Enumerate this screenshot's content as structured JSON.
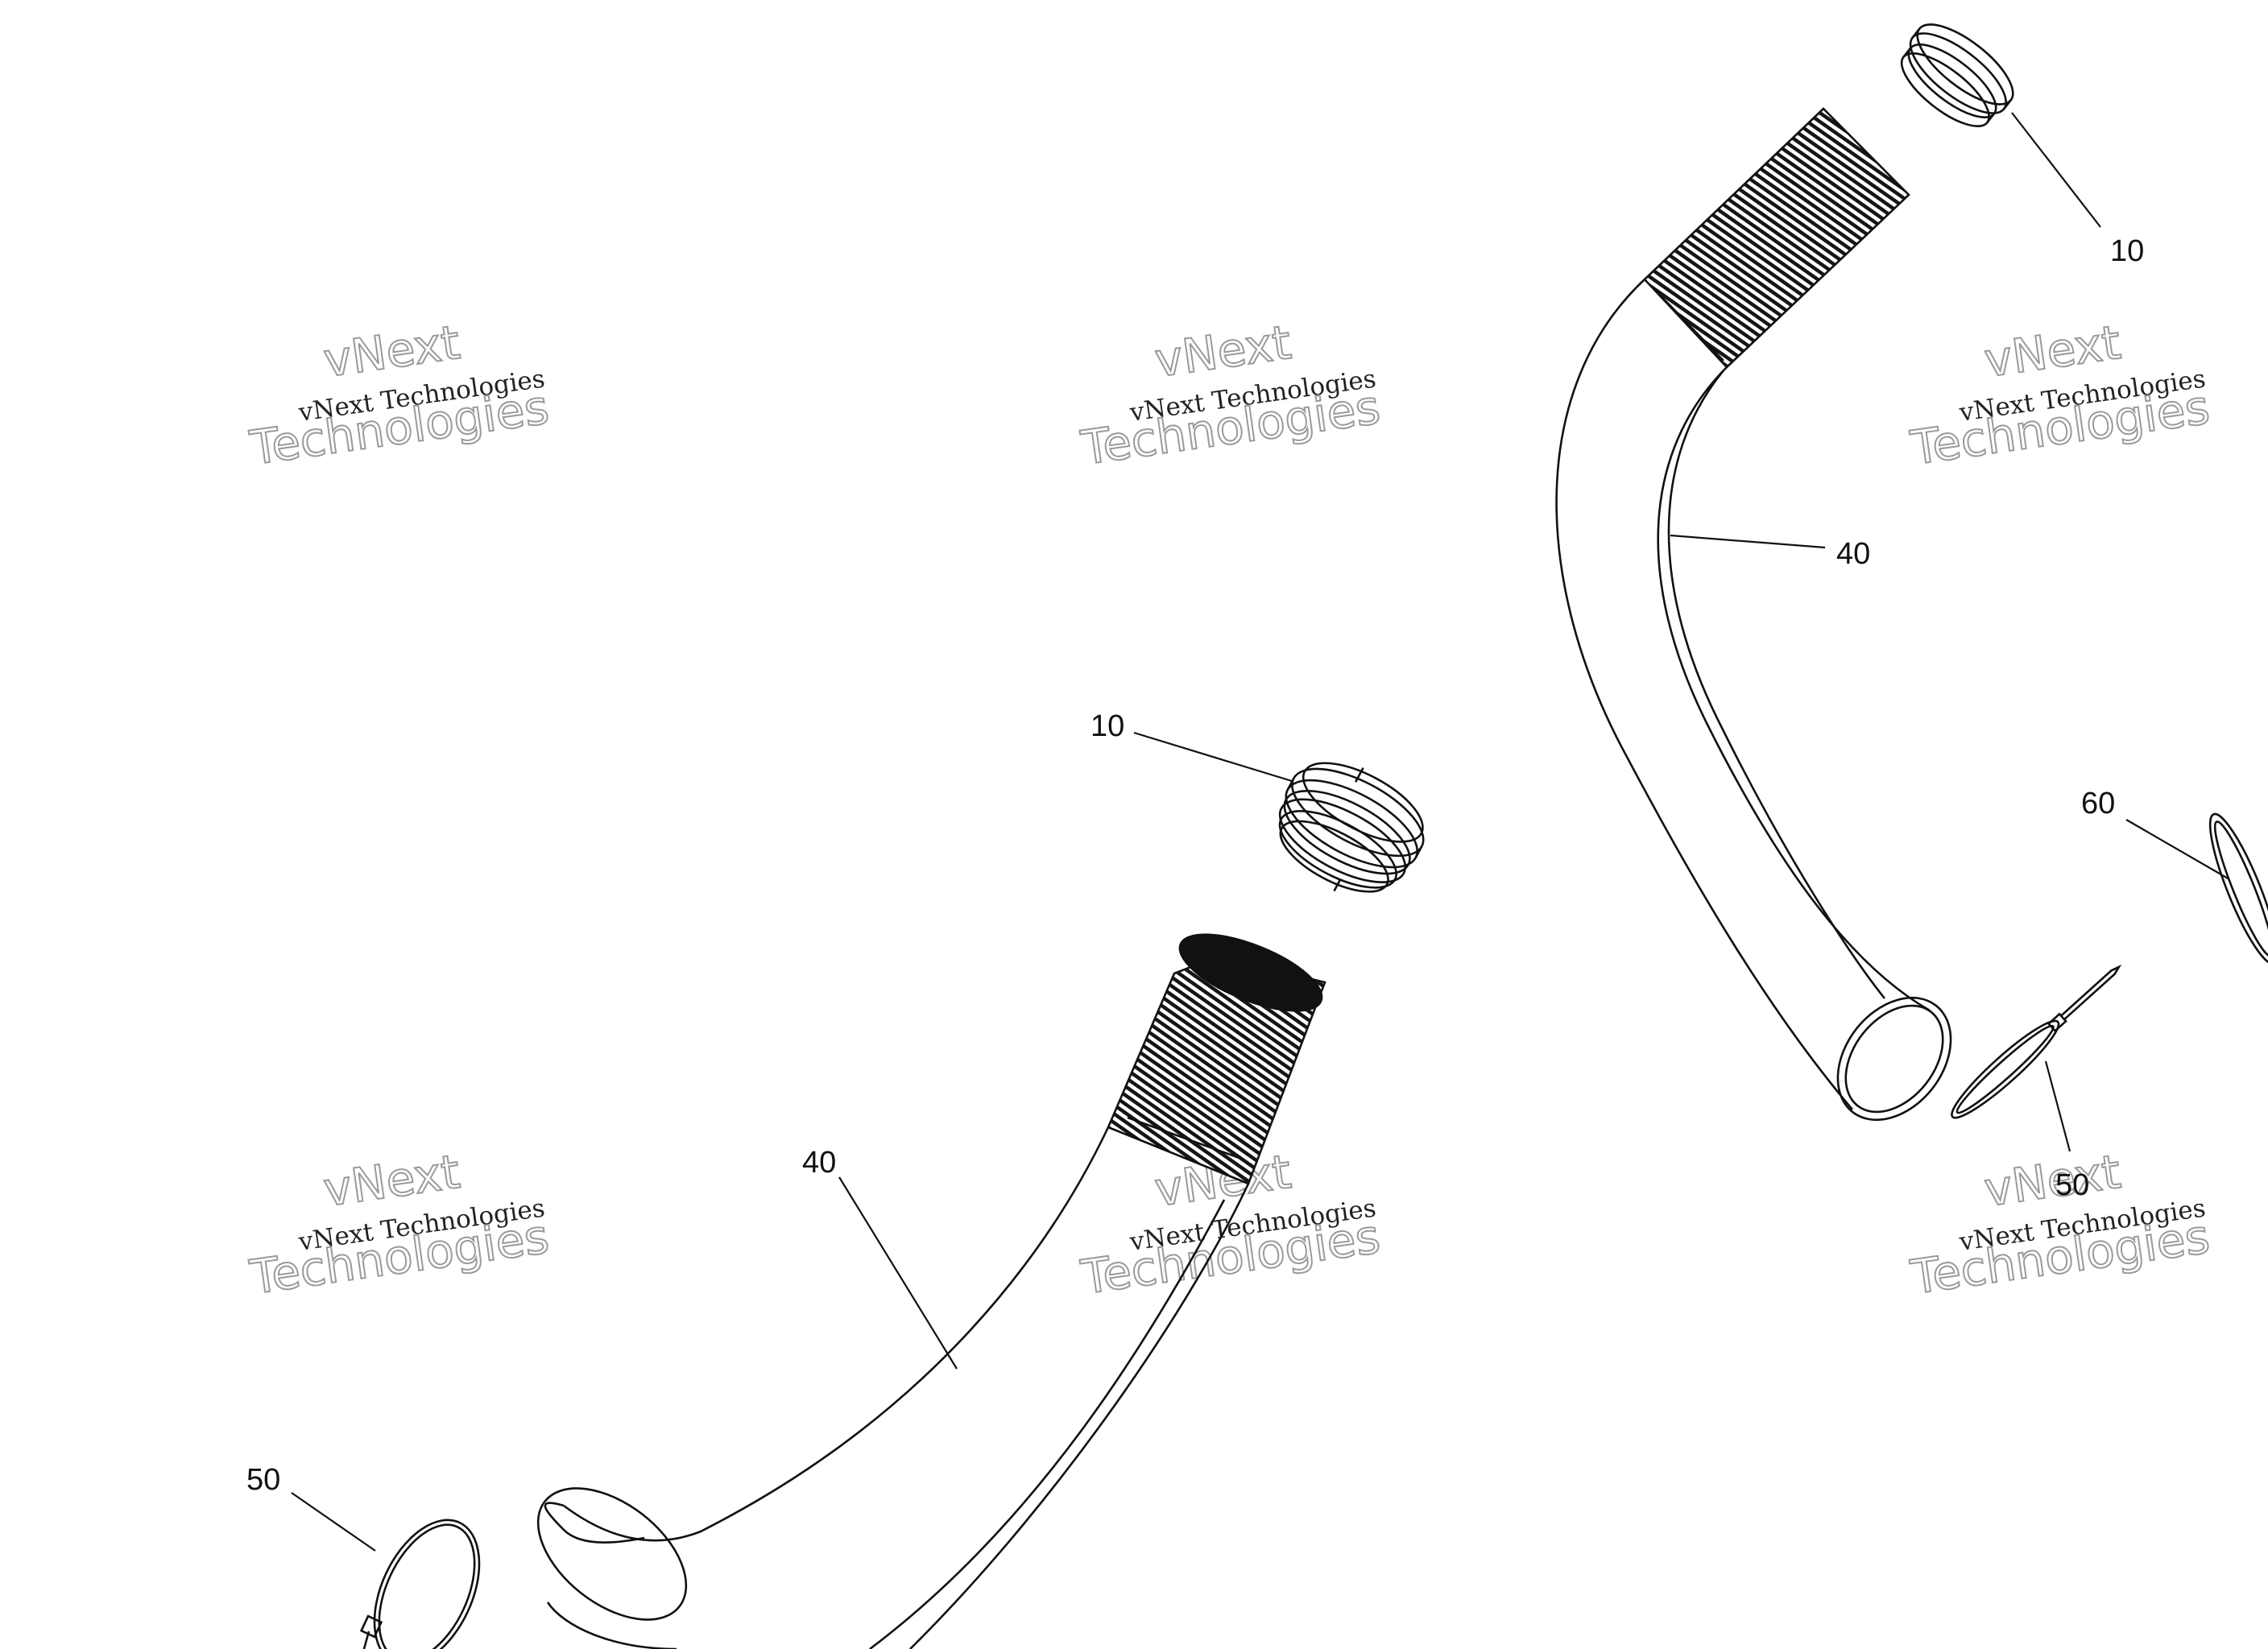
{
  "callouts": [
    {
      "id": "c1",
      "text": "10"
    },
    {
      "id": "c2",
      "text": "40"
    },
    {
      "id": "c3",
      "text": "10"
    },
    {
      "id": "c4",
      "text": "60"
    },
    {
      "id": "c5",
      "text": "50"
    },
    {
      "id": "c6",
      "text": "40"
    },
    {
      "id": "c7",
      "text": "50"
    }
  ],
  "watermark": {
    "line1": "vNext Technologies",
    "big_top": "vNext",
    "big_bottom": "Technologies"
  }
}
